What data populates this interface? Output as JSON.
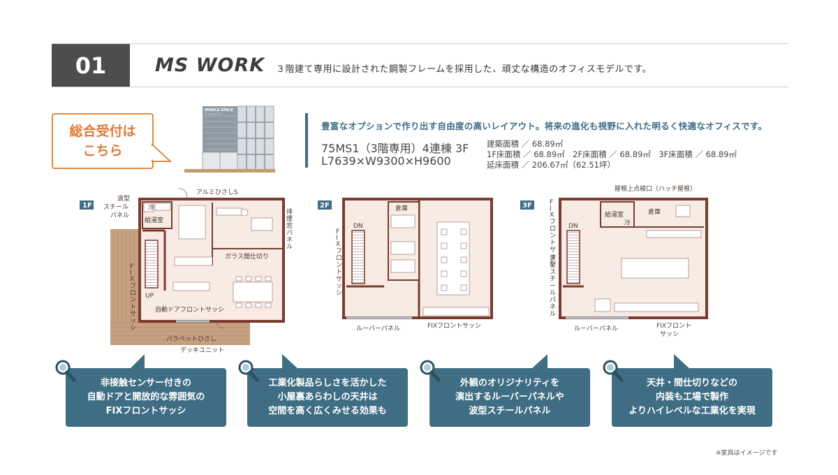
{
  "header": {
    "number": "01",
    "model": "MS WORK",
    "description": "３階建て専用に設計された鋼製フレームを採用した、頑丈な構造のオフィスモデルです。"
  },
  "callout": {
    "line1": "総合受付は",
    "line2": "こちら"
  },
  "building": {
    "sign_main": "MOBILE SPACE",
    "sign_sub": "モバイルスペース"
  },
  "info": {
    "headline": "豊富なオプションで作り出す自由度の高いレイアウト。将来の進化も視野に入れた明るく快適なオフィスです。",
    "model_line": "75MS1（3階専用）4連棟 3F",
    "dimensions": "L7639×W9300×H9600",
    "area_building": "建築面積 ／ 68.89㎡",
    "area_floors": "1F床面積 ／ 68.89㎡　2F床面積 ／ 68.89㎡　3F床面積 ／ 68.89㎡",
    "area_total": "延床面積 ／ 206.67㎡（62.51坪）"
  },
  "floor1": {
    "tag": "1F",
    "label_wave": [
      "波型",
      "スチール",
      "パネル"
    ],
    "label_cold": "冷",
    "label_kitchen": "給湯室",
    "label_awning": "アルミひさしS",
    "label_vent": [
      "排",
      "煙",
      "窓",
      "パ",
      "ネ",
      "ル"
    ],
    "label_glass": "ガラス間仕切り",
    "label_fix": [
      "F",
      "I",
      "X",
      "フ",
      "ロ",
      "ン",
      "ト",
      "サ",
      "ッ",
      "シ"
    ],
    "label_up": "UP",
    "label_autodoor": "自動ドアフロントサッシ",
    "label_parapet": "パラペットひさし",
    "label_deck": "デッキユニット"
  },
  "floor2": {
    "tag": "2F",
    "label_dn": "DN",
    "label_storage": "倉庫",
    "label_fix": [
      "F",
      "I",
      "X",
      "フ",
      "ロ",
      "ン",
      "ト",
      "サ",
      "ッ",
      "シ"
    ],
    "label_louver": "ルーバーパネル",
    "label_fixfront": "FIXフロントサッシ"
  },
  "floor3": {
    "tag": "3F",
    "label_hatch": "屋根上点検口（ハッチ屋根）",
    "label_fix": [
      "F",
      "I",
      "X",
      "フ",
      "ロ",
      "ン",
      "ト",
      "サ",
      "ッ",
      "シ"
    ],
    "label_dn": "DN",
    "label_kitchen": "給湯室",
    "label_cold": "冷",
    "label_storage": "倉庫",
    "label_wave": [
      "波",
      "型",
      "ス",
      "チ",
      "ー",
      "ル",
      "パ",
      "ネ",
      "ル"
    ],
    "label_louver": "ルーバーパネル",
    "label_fixfront1": "FIXフロント",
    "label_fixfront2": "サッシ"
  },
  "cards": [
    {
      "lines": [
        "非接触センサー付きの",
        "自動ドアと開放的な雰囲気の",
        "FIXフロントサッシ"
      ]
    },
    {
      "lines": [
        "工業化製品らしさを活かした",
        "小屋裏あらわしの天井は",
        "空間を高く広くみせる効果も"
      ]
    },
    {
      "lines": [
        "外観のオリジナリティを",
        "演出するルーバーパネルや",
        "波型スチールパネル"
      ]
    },
    {
      "lines": [
        "天井・間仕切りなどの",
        "内装も工場で製作",
        "よりハイレベルな工業化を実現"
      ]
    }
  ],
  "note": "※家具はイメージです",
  "colors": {
    "accent_blue": "#3e6d84",
    "accent_orange": "#e28743",
    "header_gray": "#4d4d4d",
    "wall": "#7a3b30",
    "floor": "#f7ebe4"
  }
}
